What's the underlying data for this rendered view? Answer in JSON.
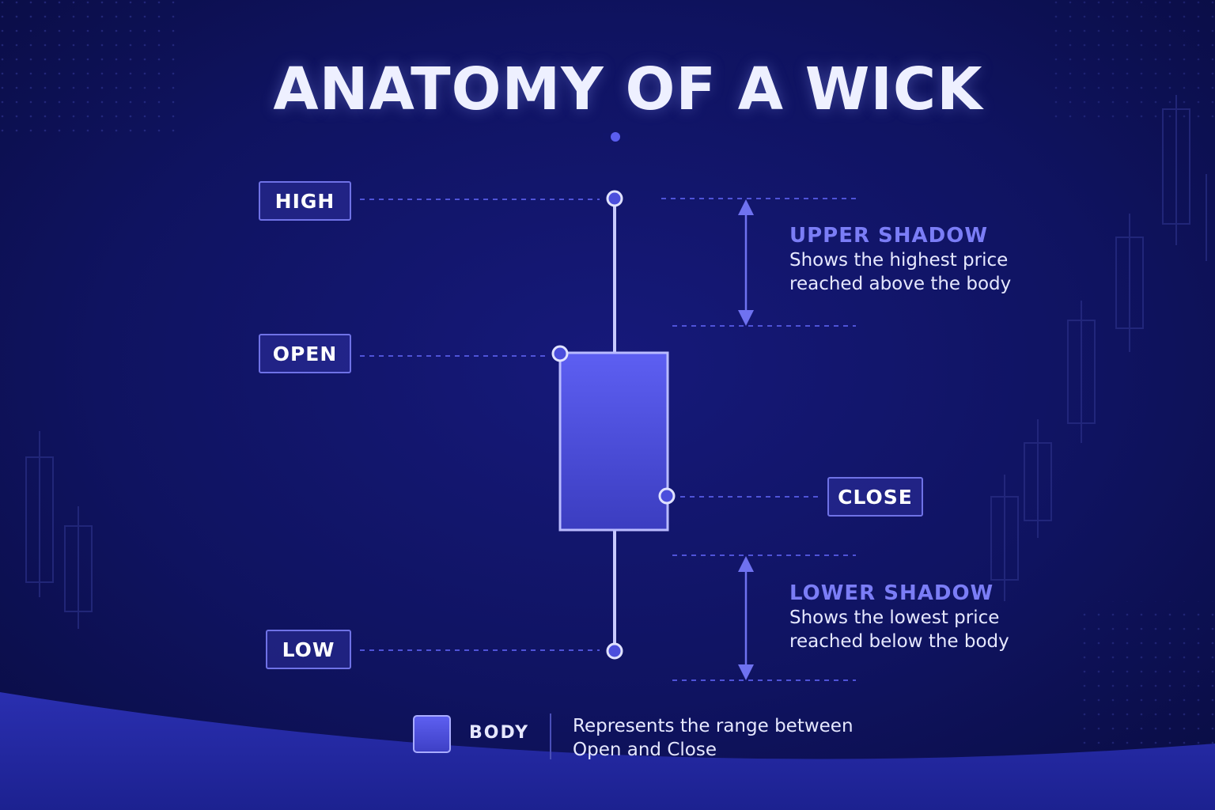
{
  "title": "ANATOMY OF A WICK",
  "price_labels": {
    "high": "HIGH",
    "open": "OPEN",
    "close": "CLOSE",
    "low": "LOW"
  },
  "annotations": {
    "upper_shadow": {
      "title": "UPPER SHADOW",
      "description": "Shows the highest price reached above the body"
    },
    "lower_shadow": {
      "title": "LOWER SHADOW",
      "description": "Shows the lowest price reached below the body"
    }
  },
  "legend": {
    "label": "BODY",
    "description": "Represents the range between Open and Close"
  },
  "colors": {
    "background": "#0d1150",
    "accent": "#5b5ef0",
    "annotation_title": "#7b7df6",
    "text": "#e6e8ff"
  }
}
